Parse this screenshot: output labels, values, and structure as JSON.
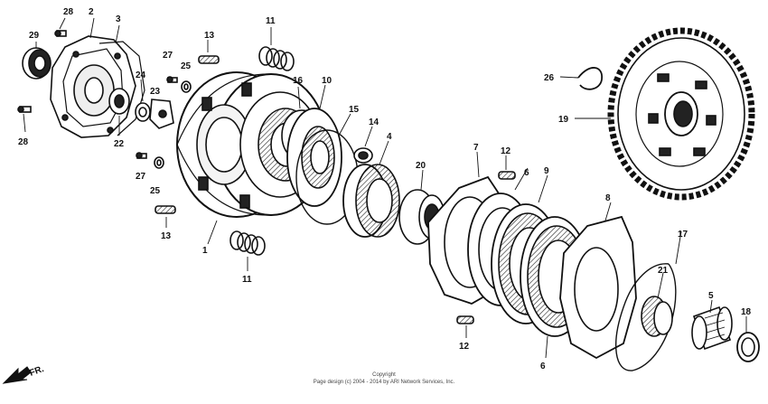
{
  "diagram": {
    "parts": [
      {
        "id": "p29-left",
        "label": "29"
      },
      {
        "id": "p28-top",
        "label": "28"
      },
      {
        "id": "p28-left",
        "label": "28"
      },
      {
        "id": "p2",
        "label": "2"
      },
      {
        "id": "p3",
        "label": "3"
      },
      {
        "id": "p24",
        "label": "24"
      },
      {
        "id": "p23",
        "label": "23"
      },
      {
        "id": "p22",
        "label": "22"
      },
      {
        "id": "p27-top",
        "label": "27"
      },
      {
        "id": "p25-top",
        "label": "25"
      },
      {
        "id": "p27-bottom",
        "label": "27"
      },
      {
        "id": "p25-bottom",
        "label": "25"
      },
      {
        "id": "p13-top",
        "label": "13"
      },
      {
        "id": "p13-bottom",
        "label": "13"
      },
      {
        "id": "p11-top",
        "label": "11"
      },
      {
        "id": "p11-bottom",
        "label": "11"
      },
      {
        "id": "p16",
        "label": "16"
      },
      {
        "id": "p10",
        "label": "10"
      },
      {
        "id": "p15",
        "label": "15"
      },
      {
        "id": "p14",
        "label": "14"
      },
      {
        "id": "p4",
        "label": "4"
      },
      {
        "id": "p1",
        "label": "1"
      },
      {
        "id": "p20",
        "label": "20"
      },
      {
        "id": "p7",
        "label": "7"
      },
      {
        "id": "p12-top",
        "label": "12"
      },
      {
        "id": "p12-bottom",
        "label": "12"
      },
      {
        "id": "p6-top",
        "label": "6"
      },
      {
        "id": "p6-bottom",
        "label": "6"
      },
      {
        "id": "p9",
        "label": "9"
      },
      {
        "id": "p8",
        "label": "8"
      },
      {
        "id": "p17",
        "label": "17"
      },
      {
        "id": "p21",
        "label": "21"
      },
      {
        "id": "p5",
        "label": "5"
      },
      {
        "id": "p18",
        "label": "18"
      },
      {
        "id": "p26",
        "label": "26"
      },
      {
        "id": "p19",
        "label": "19"
      }
    ],
    "front_indicator": "FR.",
    "copyright_line1": "Copyright",
    "copyright_line2": "Page design (c) 2004 - 2014 by ARI Network Services, Inc."
  }
}
